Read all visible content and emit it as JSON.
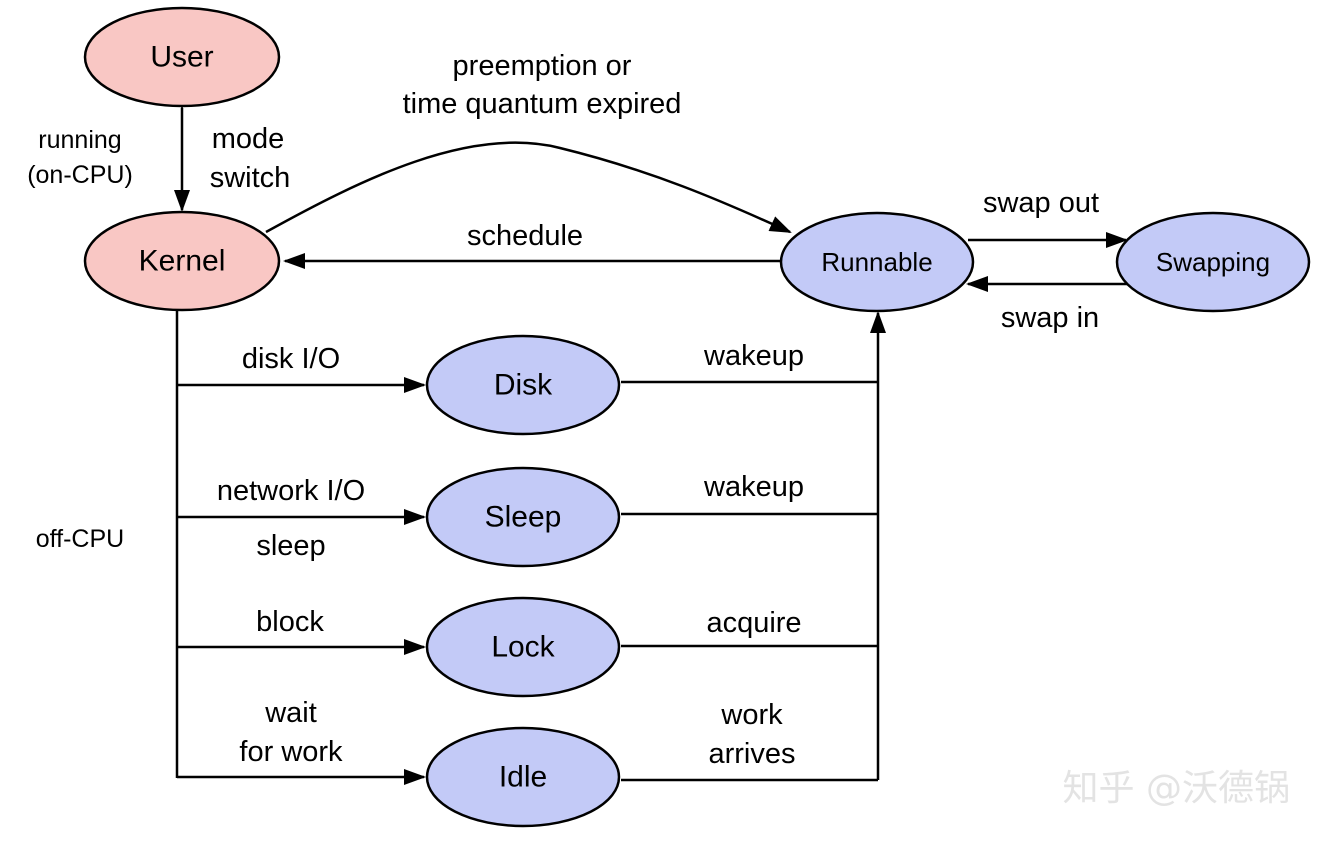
{
  "nodes": {
    "user": "User",
    "kernel": "Kernel",
    "runnable": "Runnable",
    "swapping": "Swapping",
    "disk": "Disk",
    "sleep": "Sleep",
    "lock": "Lock",
    "idle": "Idle"
  },
  "side_labels": {
    "running_line1": "running",
    "running_line2": "(on-CPU)",
    "off_cpu": "off-CPU"
  },
  "edges": {
    "mode_switch_line1": "mode",
    "mode_switch_line2": "switch",
    "preemption_line1": "preemption or",
    "preemption_line2": "time quantum expired",
    "schedule": "schedule",
    "swap_out": "swap out",
    "swap_in": "swap in",
    "disk_io": "disk I/O",
    "network_io": "network I/O",
    "sleep": "sleep",
    "block": "block",
    "wait_line1": "wait",
    "wait_line2": "for work",
    "wakeup_disk": "wakeup",
    "wakeup_sleep": "wakeup",
    "acquire": "acquire",
    "work_arrives_line1": "work",
    "work_arrives_line2": "arrives"
  },
  "watermark": "知乎 @沃德锅",
  "colors": {
    "on_cpu_fill": "#f9c7c4",
    "off_cpu_fill": "#c3caf7",
    "stroke": "#000000"
  }
}
